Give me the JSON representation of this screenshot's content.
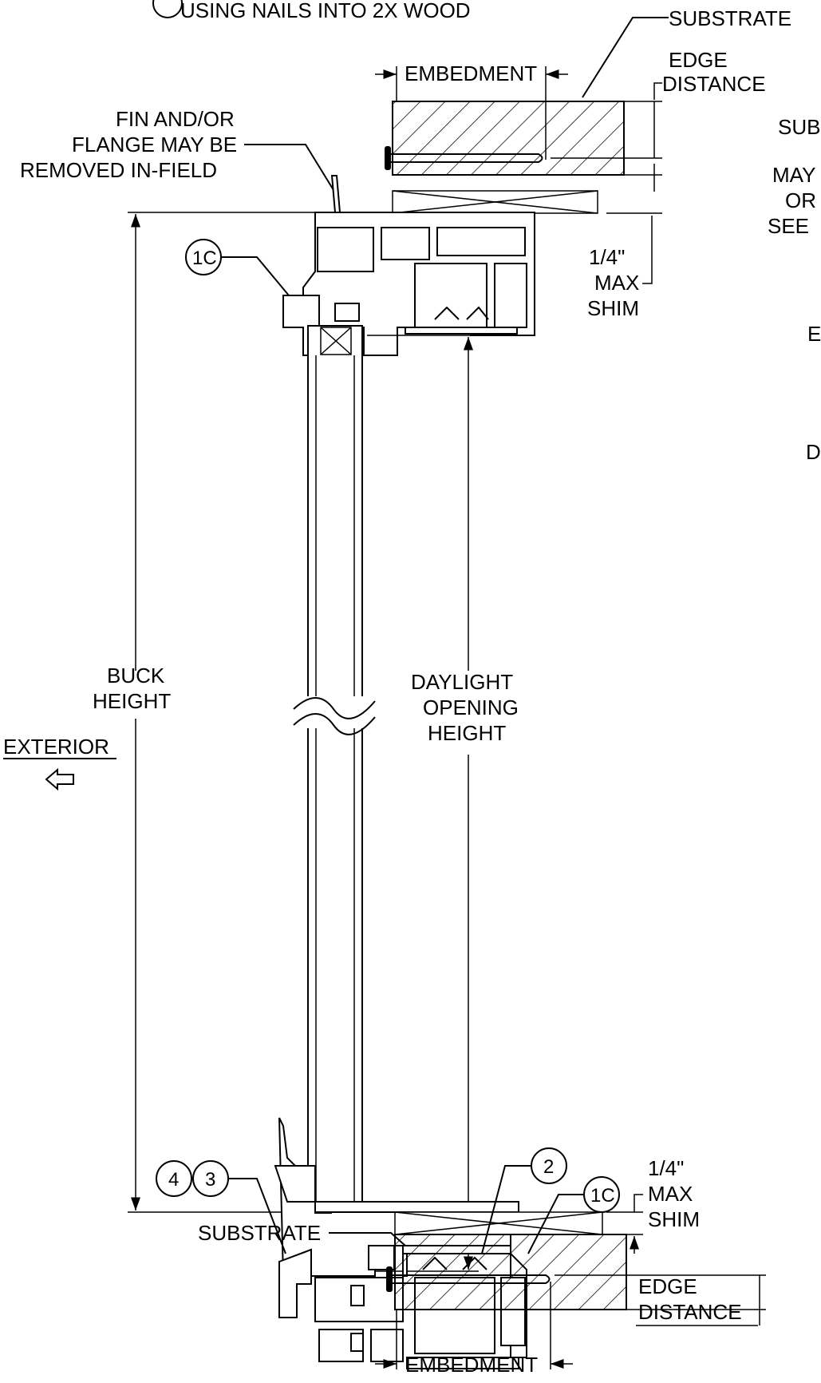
{
  "top_note": "USING NAILS INTO 2X WOOD",
  "labels": {
    "substrate_top": "SUBSTRATE",
    "embedment_top": "EMBEDMENT",
    "edge_distance_top_1": "EDGE",
    "edge_distance_top_2": "DISTANCE",
    "fin_1": "FIN AND/OR",
    "fin_2": "FLANGE MAY BE",
    "fin_3": "REMOVED IN-FIELD",
    "shim_top_1": "1/4\"",
    "shim_top_2": "MAX",
    "shim_top_3": "SHIM",
    "buck_1": "BUCK",
    "buck_2": "HEIGHT",
    "daylight_1": "DAYLIGHT",
    "daylight_2": "OPENING",
    "daylight_3": "HEIGHT",
    "exterior": "EXTERIOR",
    "shim_bot_1": "1/4\"",
    "shim_bot_2": "MAX",
    "shim_bot_3": "SHIM",
    "substrate_bot": "SUBSTRATE",
    "edge_distance_bot_1": "EDGE",
    "edge_distance_bot_2": "DISTANCE",
    "embedment_bot": "EMBEDMENT"
  },
  "callouts": {
    "top_1c": "1C",
    "bot_4": "4",
    "bot_3": "3",
    "bot_2": "2",
    "bot_1c": "1C"
  },
  "cropped_right": {
    "sub": "SUB",
    "may": "MAY",
    "or": "OR",
    "see": "SEE",
    "e": "E",
    "d": "D"
  }
}
